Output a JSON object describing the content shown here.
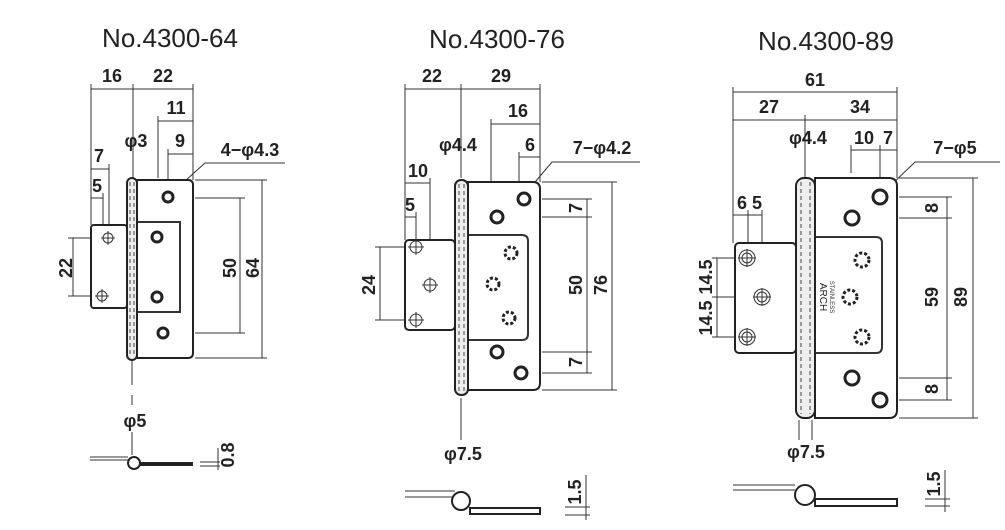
{
  "hinges": [
    {
      "model": "No.4300-64",
      "dims": {
        "left_width": "16",
        "right_width": "22",
        "d11": "11",
        "d9": "9",
        "pin_dia": "φ3",
        "d7": "7",
        "d5": "5",
        "holes": "4−φ4.3",
        "hole_pitch_left": "22",
        "hole_pitch": "50",
        "height": "64",
        "knuckle_dia": "φ5",
        "thickness": "0.8"
      }
    },
    {
      "model": "No.4300-76",
      "dims": {
        "left_width": "22",
        "right_width": "29",
        "d16": "16",
        "pin_dia": "φ4.4",
        "d6": "6",
        "holes": "7−φ4.2",
        "d10": "10",
        "d5": "5",
        "hole_pitch_left": "24",
        "top_offset": "7",
        "hole_pitch": "50",
        "height": "76",
        "bottom_offset": "7",
        "knuckle_dia": "φ7.5",
        "thickness": "1.5"
      }
    },
    {
      "model": "No.4300-89",
      "dims": {
        "total_width": "61",
        "left_width": "27",
        "right_width": "34",
        "pin_dia": "φ4.4",
        "d10": "10",
        "d7": "7",
        "holes": "7−φ5",
        "d6": "6",
        "d5": "5",
        "pitch_a": "14.5",
        "pitch_b": "14.5",
        "top_offset": "8",
        "hole_pitch": "59",
        "height": "89",
        "bottom_offset": "8",
        "knuckle_dia": "φ7.5",
        "thickness": "1.5"
      },
      "stamp": {
        "brand": "ARCH",
        "material": "STAINLESS"
      }
    }
  ]
}
